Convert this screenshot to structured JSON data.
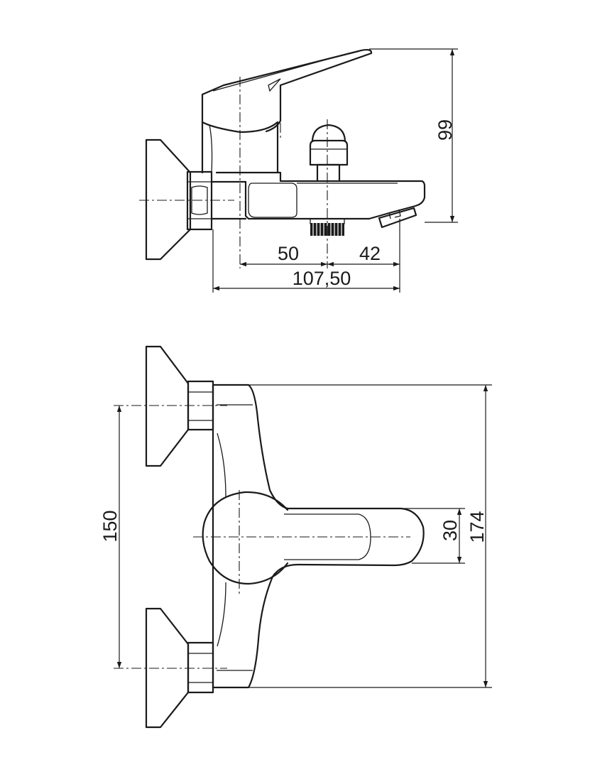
{
  "side_view": {
    "dimensions": {
      "height_99": "99",
      "width_50": "50",
      "width_42": "42",
      "overall_107_50": "107,50"
    }
  },
  "top_view": {
    "dimensions": {
      "centers_150": "150",
      "handle_30": "30",
      "overall_174": "174"
    }
  },
  "colors": {
    "line": "#1a1a1a",
    "background": "#ffffff"
  }
}
